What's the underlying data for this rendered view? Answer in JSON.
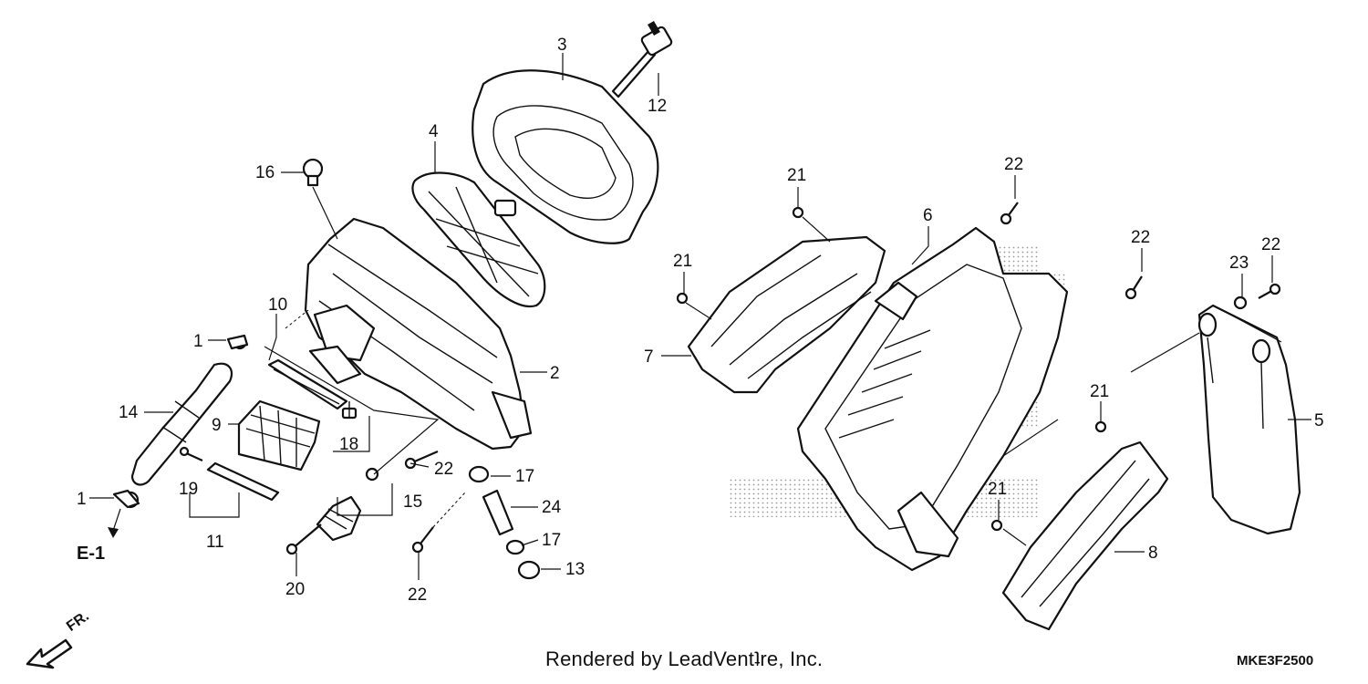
{
  "callouts": [
    {
      "id": "c3",
      "text": "3"
    },
    {
      "id": "c12",
      "text": "12"
    },
    {
      "id": "c4",
      "text": "4"
    },
    {
      "id": "c16",
      "text": "16"
    },
    {
      "id": "c10",
      "text": "10"
    },
    {
      "id": "c1a",
      "text": "1"
    },
    {
      "id": "c2",
      "text": "2"
    },
    {
      "id": "c14",
      "text": "14"
    },
    {
      "id": "c9",
      "text": "9"
    },
    {
      "id": "c18",
      "text": "18"
    },
    {
      "id": "c22a",
      "text": "22"
    },
    {
      "id": "c17a",
      "text": "17"
    },
    {
      "id": "c19",
      "text": "19"
    },
    {
      "id": "c1b",
      "text": "1"
    },
    {
      "id": "c15",
      "text": "15"
    },
    {
      "id": "c24",
      "text": "24"
    },
    {
      "id": "c11",
      "text": "11"
    },
    {
      "id": "c17b",
      "text": "17"
    },
    {
      "id": "c13",
      "text": "13"
    },
    {
      "id": "c20",
      "text": "20"
    },
    {
      "id": "c22b",
      "text": "22"
    },
    {
      "id": "c21a",
      "text": "21"
    },
    {
      "id": "c22c",
      "text": "22"
    },
    {
      "id": "c6",
      "text": "6"
    },
    {
      "id": "c21b",
      "text": "21"
    },
    {
      "id": "c7",
      "text": "7"
    },
    {
      "id": "c22d",
      "text": "22"
    },
    {
      "id": "c23",
      "text": "23"
    },
    {
      "id": "c22e",
      "text": "22"
    },
    {
      "id": "c21c",
      "text": "21"
    },
    {
      "id": "c5",
      "text": "5"
    },
    {
      "id": "c21d",
      "text": "21"
    },
    {
      "id": "c8",
      "text": "8"
    }
  ],
  "reference_label": "E-1",
  "direction_label": "FR.",
  "credit": "Rendered by LeadVentʇre, Inc.",
  "diagram_code": "MKE3F2500"
}
